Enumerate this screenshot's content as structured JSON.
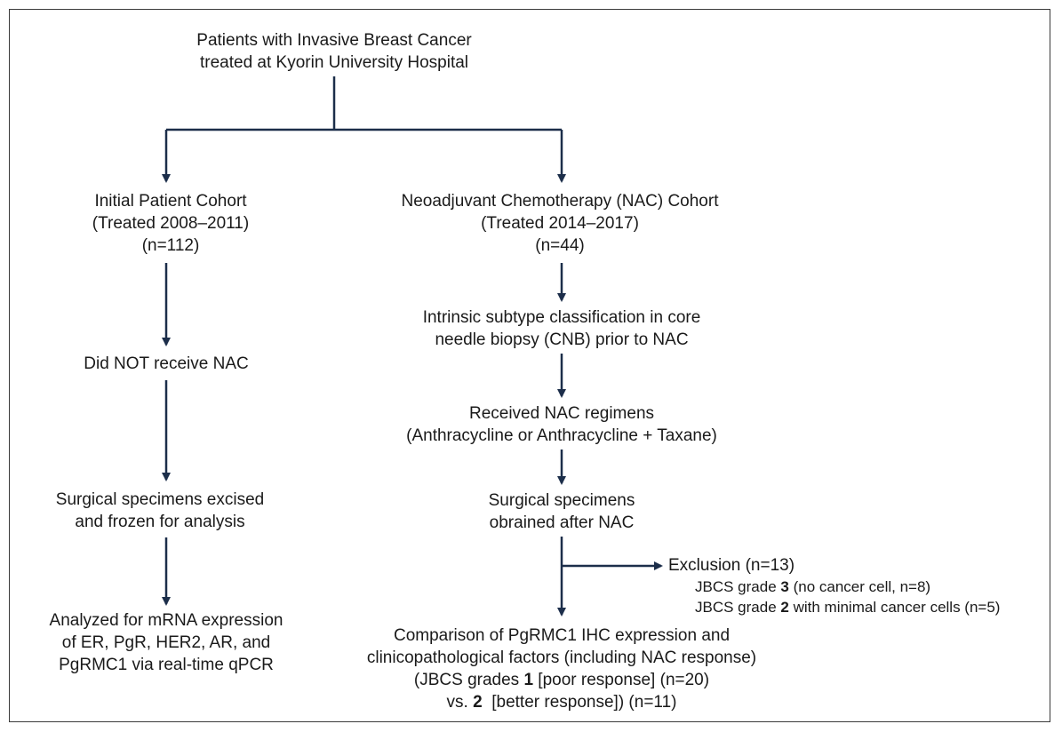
{
  "colors": {
    "line": "#1c2e4a",
    "text": "#1a1a1a",
    "border": "#3a3a3a"
  },
  "nodes": {
    "root": [
      "Patients with Invasive Breast Cancer",
      "treated at Kyorin University Hospital"
    ],
    "left_cohort": [
      "Initial Patient Cohort",
      "(Treated 2008–2011)",
      "(n=112)"
    ],
    "left_no_nac": [
      "Did NOT receive NAC"
    ],
    "left_surgical": [
      "Surgical specimens excised",
      "and frozen for analysis"
    ],
    "left_analysis": [
      "Analyzed for mRNA expression",
      "of ER, PgR, HER2, AR, and",
      "PgRMC1 via real-time qPCR"
    ],
    "nac_cohort": [
      "Neoadjuvant Chemotherapy (NAC) Cohort",
      "(Treated 2014–2017)",
      "(n=44)"
    ],
    "subtype": [
      "Intrinsic subtype classification in core",
      "needle biopsy (CNB) prior to NAC"
    ],
    "regimens": [
      "Received NAC regimens",
      "(Anthracycline or Anthracycline + Taxane)"
    ],
    "nac_surgical": [
      "Surgical specimens",
      "obrained after NAC"
    ],
    "comparison": {
      "line1": "Comparison of PgRMC1 IHC expression and",
      "line2": "clinicopathological factors (including NAC response)",
      "line3_pre": "(JBCS grades ",
      "line3_bold": "1",
      "line3_post": " [poor response] (n=20)",
      "line4_pre": "vs. ",
      "line4_bold": "2",
      "line4_post": "  [better response]) (n=11)"
    }
  },
  "exclusion": {
    "title": "Exclusion (n=13)",
    "item1_pre": "JBCS grade ",
    "item1_bold": "3",
    "item1_post": " (no cancer cell, n=8)",
    "item2_pre": "JBCS grade ",
    "item2_bold": "2",
    "item2_post": " with minimal cancer cells (n=5)"
  }
}
